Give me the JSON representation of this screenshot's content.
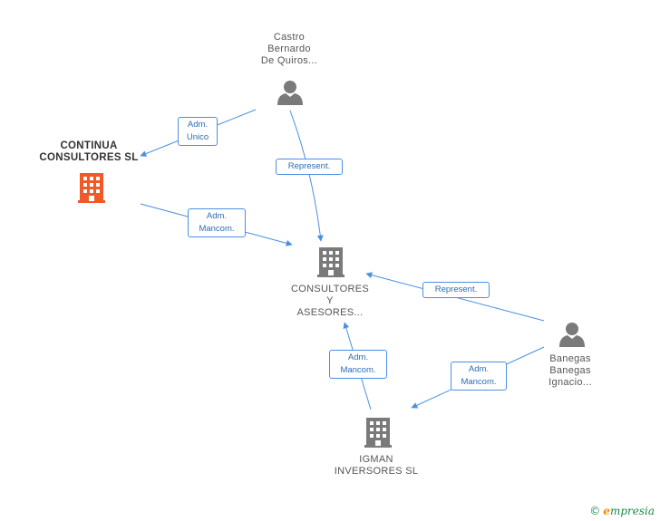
{
  "colors": {
    "edge": "#4a90e2",
    "person_icon": "#7a7a7a",
    "company_icon": "#7a7a7a",
    "highlight_company_icon": "#f05a28"
  },
  "nodes": {
    "castro": {
      "lines": [
        "Castro",
        "Bernardo",
        "De Quiros..."
      ],
      "icon": "person-icon"
    },
    "continua": {
      "lines": [
        "CONTINUA",
        "CONSULTORES SL"
      ],
      "icon": "building-icon"
    },
    "consultores": {
      "lines": [
        "CONSULTORES",
        "Y",
        "ASESORES..."
      ],
      "icon": "building-icon"
    },
    "banegas": {
      "lines": [
        "Banegas",
        "Banegas",
        "Ignacio..."
      ],
      "icon": "person-icon"
    },
    "igman": {
      "lines": [
        "IGMAN",
        "INVERSORES SL"
      ],
      "icon": "building-icon"
    }
  },
  "edges": {
    "castro_continua": [
      "Adm.",
      "Unico"
    ],
    "castro_consultores": [
      "Represent."
    ],
    "continua_consultores": [
      "Adm.",
      "Mancom."
    ],
    "banegas_consultores": [
      "Represent."
    ],
    "banegas_igman": [
      "Adm.",
      "Mancom."
    ],
    "igman_consultores": [
      "Adm.",
      "Mancom."
    ]
  },
  "footer": {
    "copyright": "©",
    "brand_first": "e",
    "brand_rest": "mpresia"
  }
}
